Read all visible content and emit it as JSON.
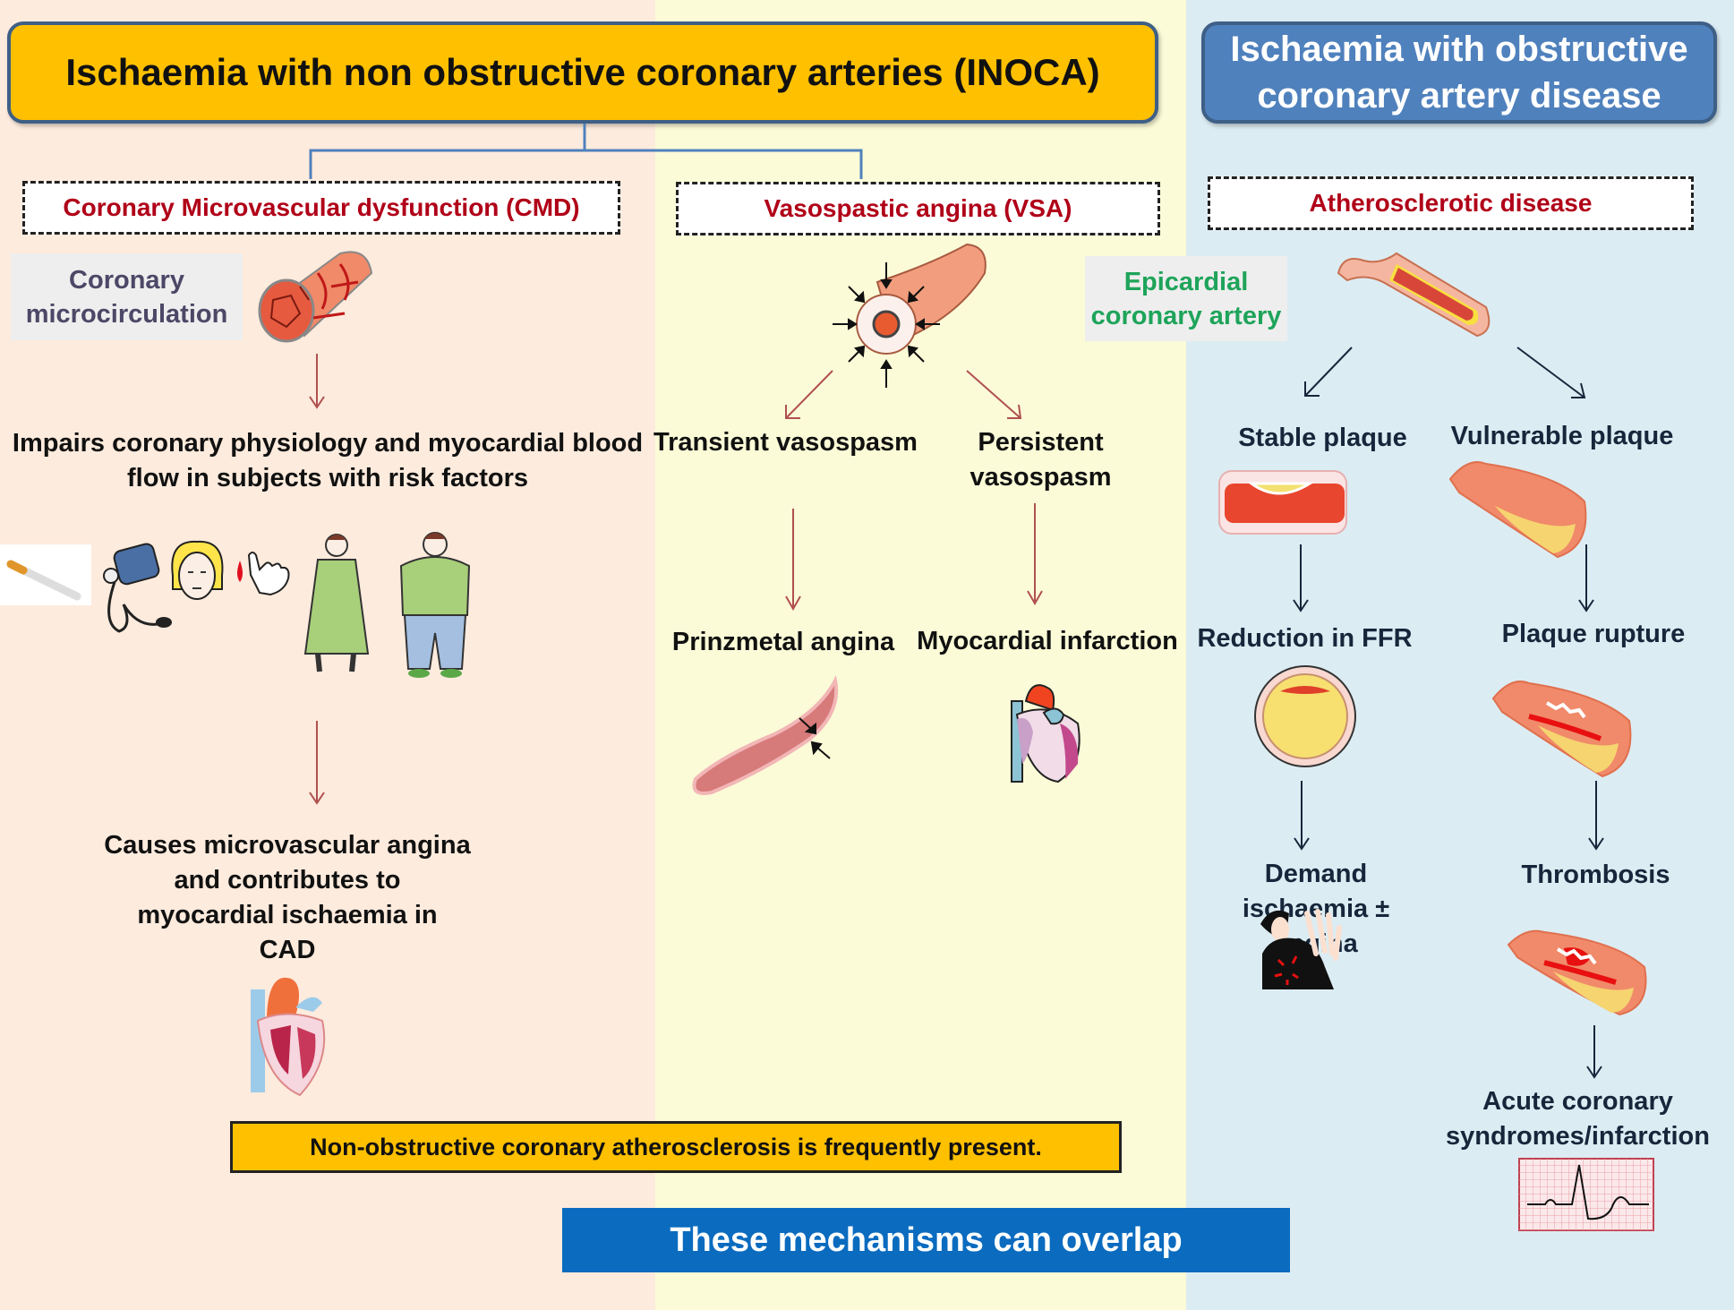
{
  "colors": {
    "left_panel": "#fdebdd",
    "middle_panel": "#fbfbd7",
    "right_panel": "#dcecf3",
    "inoca_header": "#ffc000",
    "obstructive_header": "#4f81bd",
    "category_text": "#b00018",
    "arrow_red": "#b05050",
    "arrow_dark": "#17263a",
    "overlap_banner": "#0a6bbf"
  },
  "headers": {
    "inoca": "Ischaemia with non obstructive coronary arteries (INOCA)",
    "obstructive_line1": "Ischaemia with obstructive",
    "obstructive_line2": "coronary artery disease"
  },
  "categories": {
    "cmd": "Coronary Microvascular dysfunction (CMD)",
    "vsa": "Vasospastic angina (VSA)",
    "athero": "Atherosclerotic disease"
  },
  "cmd": {
    "label_line1": "Coronary",
    "label_line2": "microcirculation",
    "step1_line1": "Impairs coronary physiology and myocardial blood",
    "step1_line2": "flow in subjects with risk factors",
    "risk_factors": [
      "smoking",
      "hypertension",
      "female sex",
      "diabetes",
      "obesity (female)",
      "obesity (male)"
    ],
    "step2_lines": [
      "Causes microvascular angina",
      "and contributes to",
      "myocardial ischaemia in",
      "CAD"
    ]
  },
  "vsa": {
    "transient": "Transient vasospasm",
    "persistent_line1": "Persistent",
    "persistent_line2": "vasospasm",
    "prinzmetal": "Prinzmetal angina",
    "mi": "Myocardial infarction"
  },
  "athero": {
    "label_line1": "Epicardial",
    "label_line2": "coronary artery",
    "stable": "Stable plaque",
    "vulnerable": "Vulnerable plaque",
    "ffr": "Reduction in FFR",
    "rupture": "Plaque rupture",
    "demand_lines": [
      "Demand",
      "ischaemia ±",
      "angina"
    ],
    "thrombosis": "Thrombosis",
    "acs_line1": "Acute coronary",
    "acs_line2": "syndromes/infarction"
  },
  "footer": {
    "note": "Non-obstructive coronary atherosclerosis is frequently present.",
    "overlap": "These mechanisms can overlap"
  }
}
